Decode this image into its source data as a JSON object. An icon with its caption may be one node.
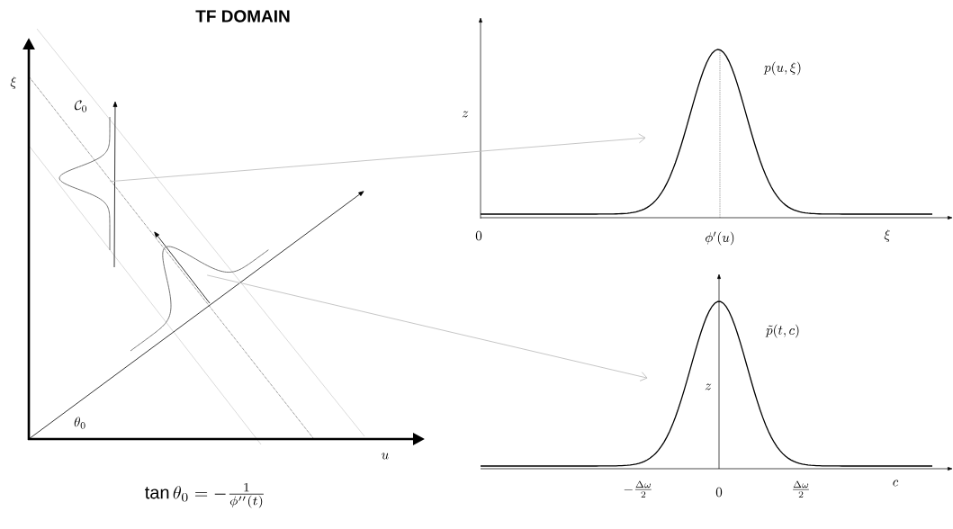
{
  "diagram": {
    "title": "TF DOMAIN",
    "nodes": [
      {
        "text": [],
        "shape": "picture"
      },
      {
        "text": [],
        "shape": "picture"
      },
      {
        "text": [],
        "shape": "picture"
      },
      {
        "text": [],
        "shape": "picture"
      }
    ],
    "edges": [
      {
        "from": 0,
        "to": 2,
        "arrow": "to",
        "color": "#c0c0c0"
      },
      {
        "from": 1,
        "to": 3,
        "arrow": "to",
        "color": "#c0c0c0"
      }
    ],
    "labels": [
      "\\xi",
      "\\mathcal{C}_0",
      "\\theta_0",
      "u",
      "\\tan\\theta_0 = -\\frac{1}{\\phi''(t)}",
      "z",
      "p(u,\\xi)",
      "0",
      "\\phi'(u)",
      "\\xi",
      "\\tilde{p}(t,c)",
      "z",
      "-\\frac{\\Delta\\omega}{2}",
      "0",
      "\\frac{\\Delta\\omega}{2}",
      "c"
    ]
  }
}
